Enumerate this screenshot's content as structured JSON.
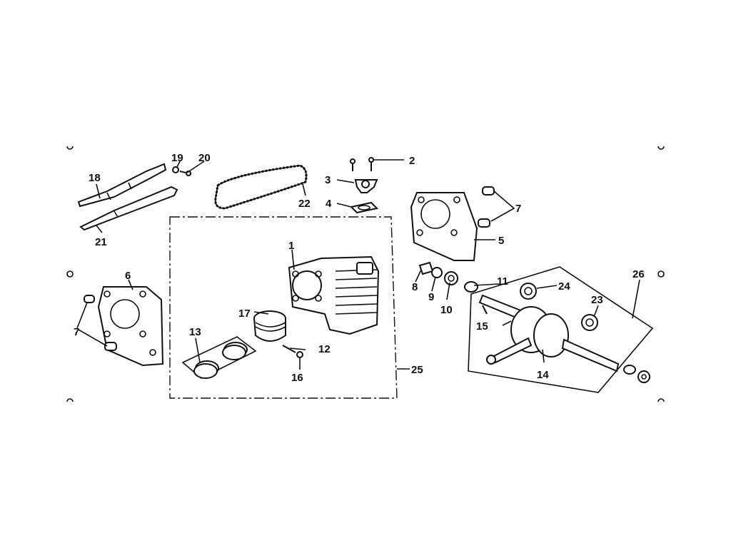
{
  "diagram": {
    "type": "exploded parts diagram",
    "callouts": [
      "1",
      "2",
      "3",
      "4",
      "5",
      "6",
      "7",
      "7",
      "8",
      "9",
      "10",
      "11",
      "12",
      "13",
      "14",
      "15",
      "16",
      "17",
      "18",
      "19",
      "20",
      "21",
      "22",
      "23",
      "24",
      "25",
      "26"
    ],
    "labels": {
      "c1": "1",
      "c2": "2",
      "c3": "3",
      "c4": "4",
      "c5": "5",
      "c6": "6",
      "c7a": "7",
      "c7b": "7",
      "c8": "8",
      "c9": "9",
      "c10": "10",
      "c11": "11",
      "c12": "12",
      "c13": "13",
      "c14": "14",
      "c15": "15",
      "c16": "16",
      "c17": "17",
      "c18": "18",
      "c19": "19",
      "c20": "20",
      "c21": "21",
      "c22": "22",
      "c23": "23",
      "c24": "24",
      "c25": "25",
      "c26": "26"
    }
  }
}
